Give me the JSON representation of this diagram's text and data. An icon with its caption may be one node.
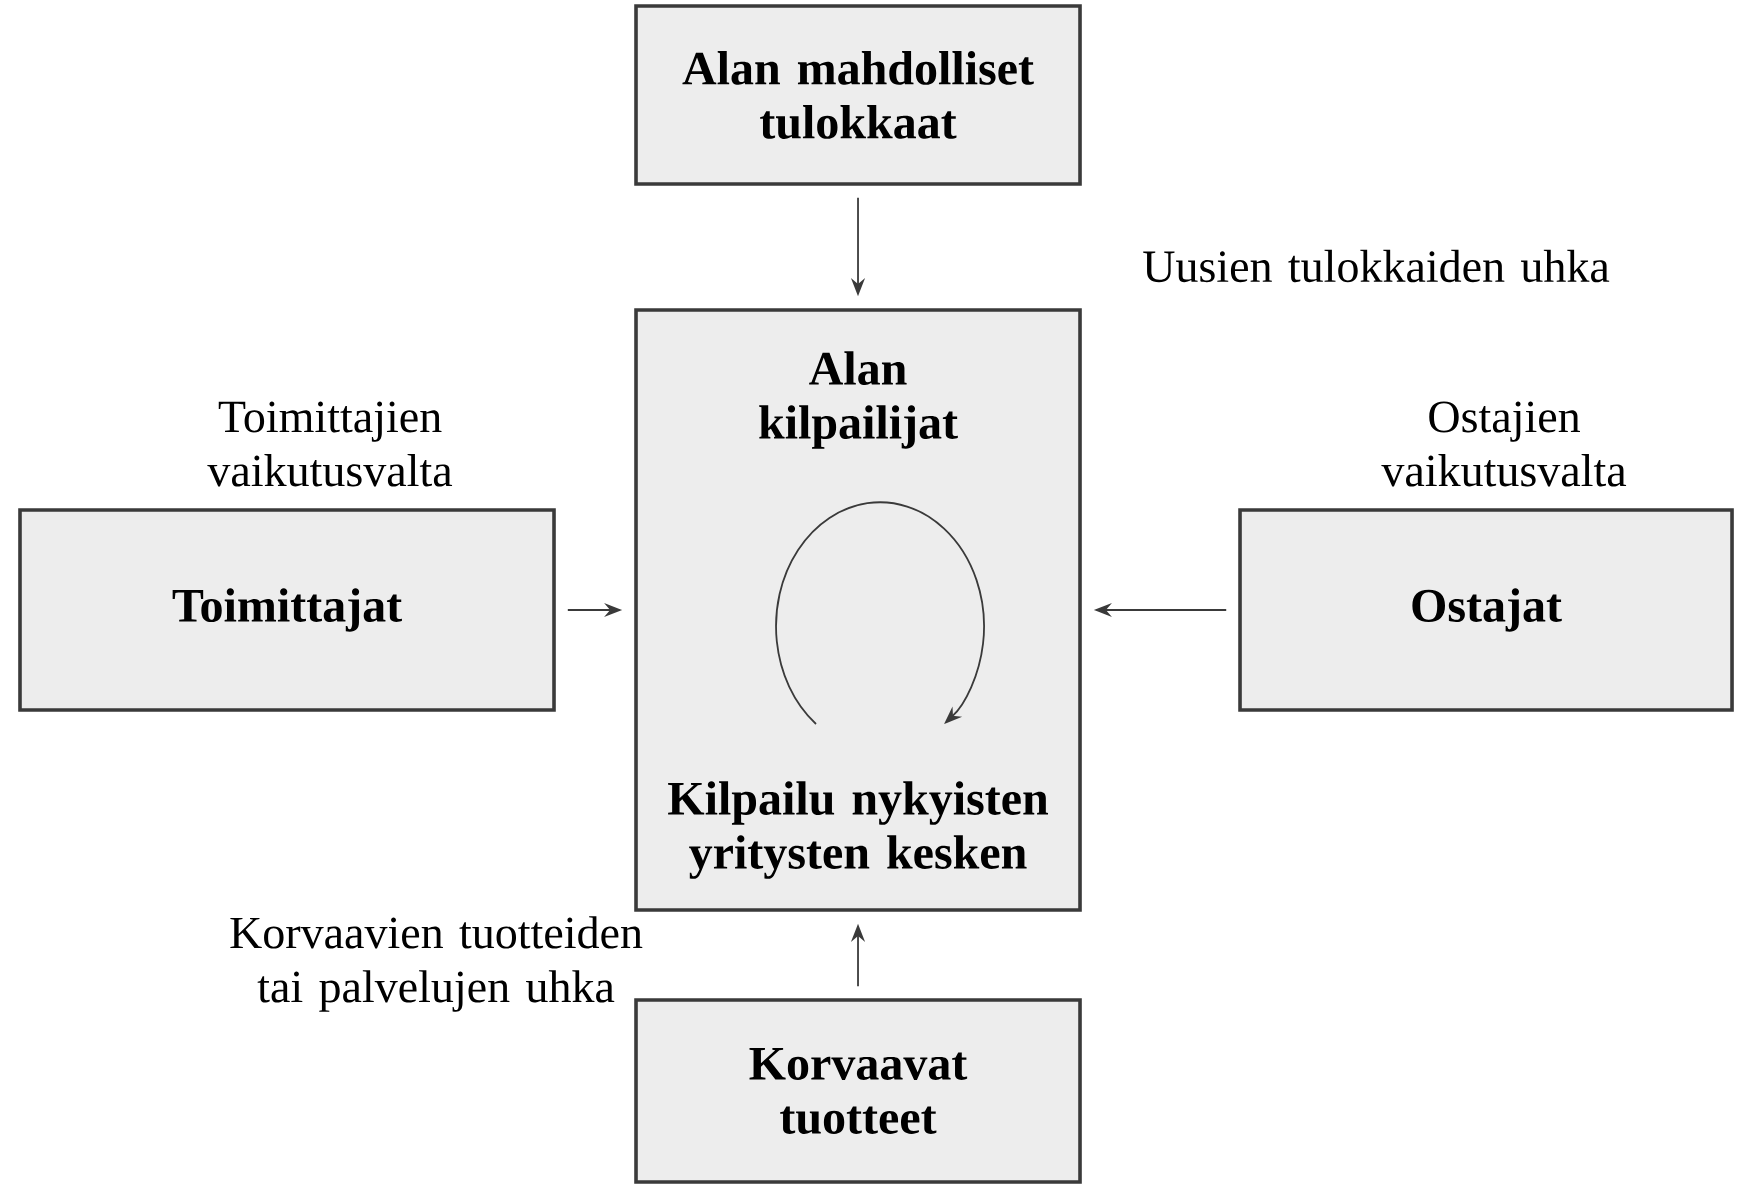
{
  "diagram": {
    "nodes": [
      {
        "text": [
          "Alan mahdolliset tulokkaat"
        ],
        "beside": [
          "Uusien tulokkaiden uhka"
        ]
      },
      {
        "text": [
          "Alan kilpailijat",
          "Kilpailu nykyisten yritysten kesken"
        ]
      },
      {
        "text": [
          "Toimittajat"
        ],
        "beside": [
          "Toimittajien vaikutusvalta"
        ]
      },
      {
        "text": [
          "Ostajat"
        ],
        "beside": [
          "Ostajien vaikutusvalta"
        ]
      },
      {
        "text": [
          "Korvaavat tuotteet"
        ],
        "beside": [
          "Korvaavien tuotteiden tai palvelujen uhka"
        ]
      }
    ],
    "edges": [
      {
        "from": 0,
        "to": 1,
        "arrow": "to"
      },
      {
        "from": 2,
        "to": 1,
        "arrow": "to"
      },
      {
        "from": 3,
        "to": 1,
        "arrow": "to"
      },
      {
        "from": 4,
        "to": 1,
        "arrow": "to"
      }
    ]
  }
}
